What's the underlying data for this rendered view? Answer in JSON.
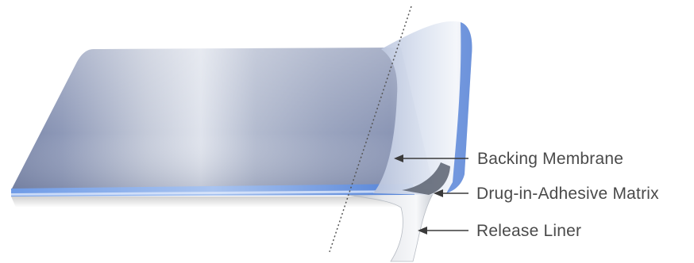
{
  "diagram": {
    "labels": {
      "backing_membrane": "Backing Membrane",
      "drug_in_adhesive_matrix": "Drug-in-Adhesive Matrix",
      "release_liner": "Release Liner"
    },
    "colors": {
      "membrane_dark": "#7d88aa",
      "membrane_light": "#eef1f7",
      "adhesive_blue": "#4f7fd6",
      "liner_gray": "#c9cdd3",
      "label_text": "#4a4a4a",
      "arrow": "#3a3a3a"
    }
  }
}
